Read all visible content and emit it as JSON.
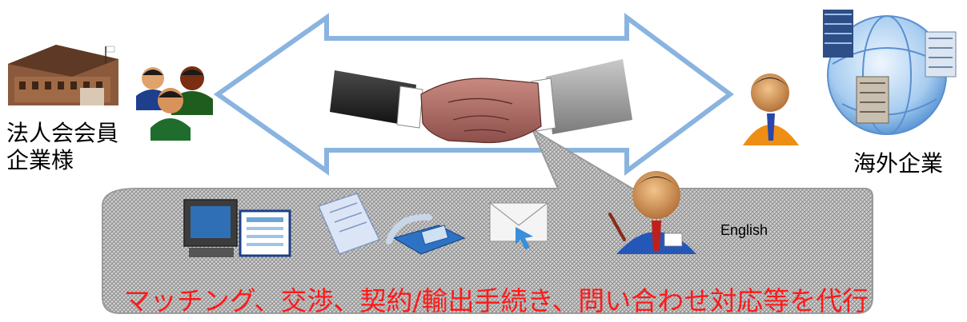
{
  "diagram": {
    "left_party": {
      "label_lines": [
        "法人会会員",
        "企業様"
      ]
    },
    "right_party": {
      "label": "海外企業"
    },
    "services": {
      "icons": [
        "computer-monitor-icon",
        "document-icon",
        "telephone-icon",
        "email-envelope-icon",
        "interpreter-person-icon"
      ],
      "language_note": "English",
      "caption": "マッチング、交渉、契約/輸出手続き、問い合わせ対応等を代行"
    }
  },
  "colors": {
    "arrow_outline": "#8ab4e0",
    "callout_fill": "#c4c4c4",
    "caption_text": "#ff1a1a"
  }
}
